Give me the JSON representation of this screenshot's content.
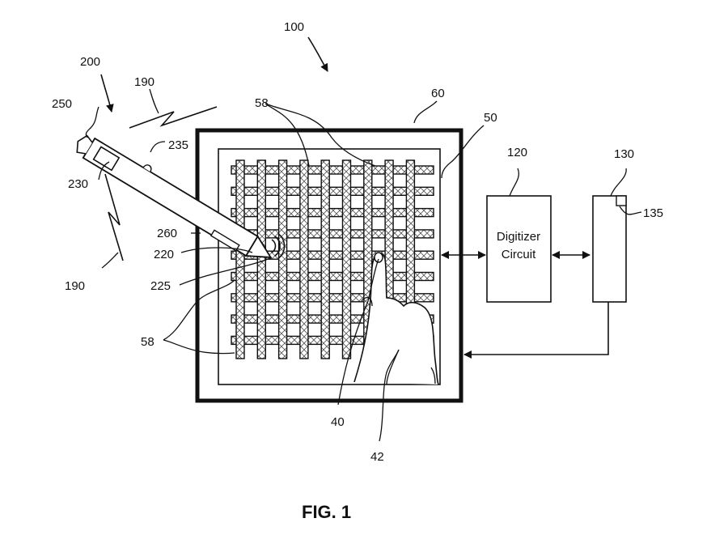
{
  "figure": {
    "caption": "FIG. 1",
    "colors": {
      "ink": "#111111",
      "background": "#ffffff"
    }
  },
  "labels": {
    "system": "100",
    "stylus": "200",
    "signal_top": "190",
    "signal_bottom": "190",
    "stylus_end": "250",
    "stylus_button": "235",
    "stylus_circuit": "230",
    "stylus_sensor": "260",
    "stylus_tip": "220",
    "tip_signal": "225",
    "electrodes_top": "58",
    "electrodes_left": "58",
    "display_frame": "60",
    "sensor_area": "50",
    "digitizer": "120",
    "host": "130",
    "host_component": "135",
    "finger": "40",
    "hand": "42"
  },
  "blocks": {
    "digitizer_line1": "Digitizer",
    "digitizer_line2": "Circuit"
  },
  "grid": {
    "rows": 9,
    "columns": 9
  }
}
